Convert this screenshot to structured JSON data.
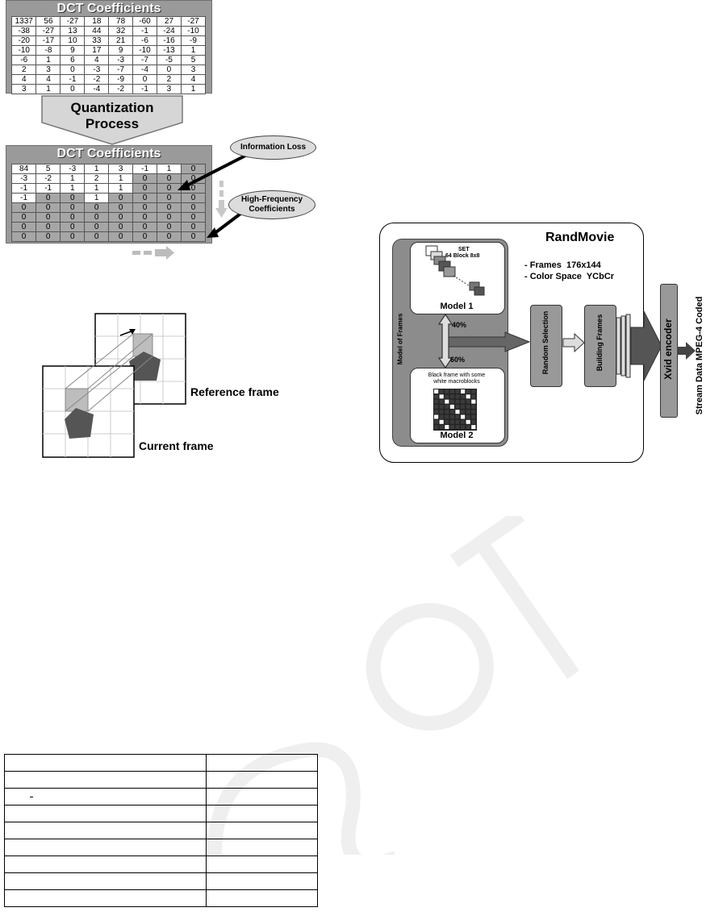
{
  "dct_top": {
    "title": "DCT Coefficients",
    "rows": [
      [
        "1337",
        "56",
        "-27",
        "18",
        "78",
        "-60",
        "27",
        "-27"
      ],
      [
        "-38",
        "-27",
        "13",
        "44",
        "32",
        "-1",
        "-24",
        "-10"
      ],
      [
        "-20",
        "-17",
        "10",
        "33",
        "21",
        "-6",
        "-16",
        "-9"
      ],
      [
        "-10",
        "-8",
        "9",
        "17",
        "9",
        "-10",
        "-13",
        "1"
      ],
      [
        "-6",
        "1",
        "6",
        "4",
        "-3",
        "-7",
        "-5",
        "5"
      ],
      [
        "2",
        "3",
        "0",
        "-3",
        "-7",
        "-4",
        "0",
        "3"
      ],
      [
        "4",
        "4",
        "-1",
        "-2",
        "-9",
        "0",
        "2",
        "4"
      ],
      [
        "3",
        "1",
        "0",
        "-4",
        "-2",
        "-1",
        "3",
        "1"
      ]
    ]
  },
  "quantization": {
    "line1": "Quantization",
    "line2": "Process"
  },
  "dct_bottom": {
    "title": "DCT Coefficients",
    "rows": [
      [
        "84",
        "5",
        "-3",
        "1",
        "3",
        "-1",
        "1",
        "0"
      ],
      [
        "-3",
        "-2",
        "1",
        "2",
        "1",
        "0",
        "0",
        "0"
      ],
      [
        "-1",
        "-1",
        "1",
        "1",
        "1",
        "0",
        "0",
        "0"
      ],
      [
        "-1",
        "0",
        "0",
        "1",
        "0",
        "0",
        "0",
        "0"
      ],
      [
        "0",
        "0",
        "0",
        "0",
        "0",
        "0",
        "0",
        "0"
      ],
      [
        "0",
        "0",
        "0",
        "0",
        "0",
        "0",
        "0",
        "0"
      ],
      [
        "0",
        "0",
        "0",
        "0",
        "0",
        "0",
        "0",
        "0"
      ],
      [
        "0",
        "0",
        "0",
        "0",
        "0",
        "0",
        "0",
        "0"
      ]
    ],
    "shaded": [
      [
        0,
        0,
        0,
        0,
        0,
        0,
        0,
        1
      ],
      [
        0,
        0,
        0,
        0,
        0,
        1,
        1,
        1
      ],
      [
        0,
        0,
        0,
        0,
        0,
        1,
        1,
        1
      ],
      [
        0,
        1,
        1,
        0,
        1,
        1,
        1,
        1
      ],
      [
        1,
        1,
        1,
        1,
        1,
        1,
        1,
        1
      ],
      [
        1,
        1,
        1,
        1,
        1,
        1,
        1,
        1
      ],
      [
        1,
        1,
        1,
        1,
        1,
        1,
        1,
        1
      ],
      [
        1,
        1,
        1,
        1,
        1,
        1,
        1,
        1
      ]
    ]
  },
  "callouts": {
    "info_loss": "Information Loss",
    "hf_line1": "High-Frequency",
    "hf_line2": "Coefficients"
  },
  "motion": {
    "reference": "Reference frame",
    "current": "Current frame"
  },
  "randmovie": {
    "title": "RandMovie",
    "spec1": "- Frames  176x144",
    "spec2": "- Color Space  YCbCr",
    "model_of_frames": "Model of Frames",
    "set_line1": "SET",
    "set_line2": "64 Block 8x8",
    "model1": "Model 1",
    "model2_desc1": "Black frame with some",
    "model2_desc2": "white macroblocks",
    "model2": "Model 2",
    "pct_40": "40%",
    "pct_60": "60%",
    "random_selection": "Random Selection",
    "building_frames": "Building Frames",
    "xvid": "Xvid encoder",
    "stream": "Stream Data MPEG-4  Coded"
  },
  "colors": {
    "panel": "#9a9a9a",
    "shade": "#a6a6a6",
    "dark": "#3c3c3c"
  }
}
